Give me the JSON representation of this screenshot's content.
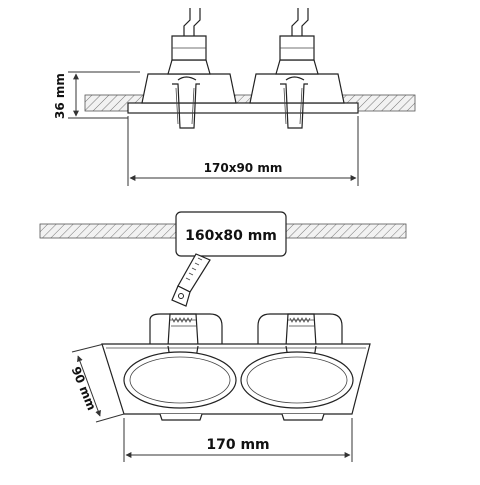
{
  "top_view": {
    "height_label": "36 mm",
    "width_label": "170x90 mm"
  },
  "middle_view": {
    "cutout_label": "160x80 mm"
  },
  "bottom_view": {
    "depth_label": "90 mm",
    "width_label": "170 mm"
  }
}
